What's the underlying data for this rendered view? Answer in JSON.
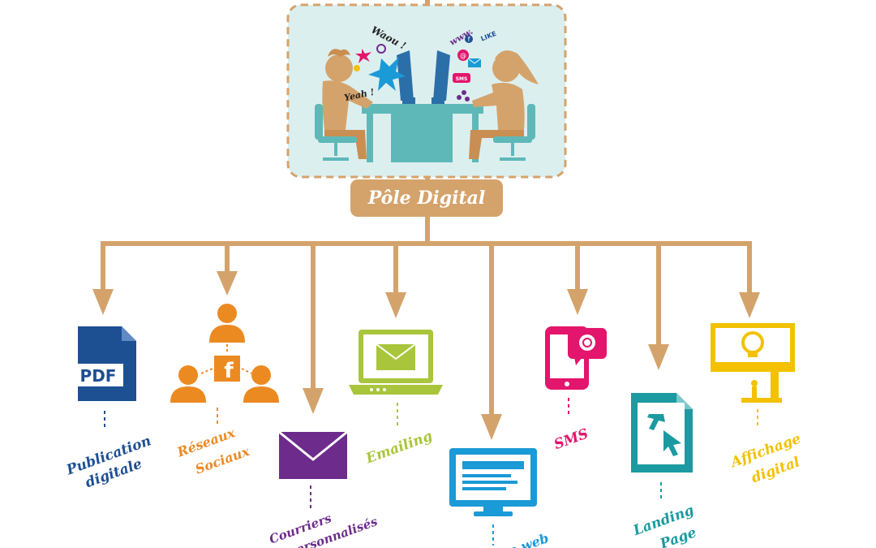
{
  "hub": {
    "label": "Pôle Digital",
    "exclamations": [
      "Waou !",
      "Yeah !"
    ],
    "bubbles": [
      "www.",
      "LIKE",
      "SMS"
    ]
  },
  "channels": [
    {
      "key": "publication",
      "label_lines": [
        "Publication",
        "digitale"
      ],
      "icon_text": "PDF"
    },
    {
      "key": "social",
      "label_lines": [
        "Réseaux",
        "Sociaux"
      ],
      "icon_text": "f"
    },
    {
      "key": "courriers",
      "label_lines": [
        "Courriers",
        "personnalisés"
      ]
    },
    {
      "key": "emailing",
      "label_lines": [
        "Emailing"
      ]
    },
    {
      "key": "web",
      "label_lines": [
        "Site web"
      ]
    },
    {
      "key": "sms",
      "label_lines": [
        "SMS"
      ]
    },
    {
      "key": "landing",
      "label_lines": [
        "Landing",
        "Page"
      ]
    },
    {
      "key": "affichage",
      "label_lines": [
        "Affichage",
        "digital"
      ]
    }
  ],
  "colors": {
    "connector": "#d4a36c",
    "frame_bg": "#dcefef",
    "navy": "#1d4f93",
    "orange": "#ec8a22",
    "purple": "#6d2c8c",
    "green": "#a9c53b",
    "blue": "#1a9ad6",
    "pink": "#e3156c",
    "teal": "#1c9aa1",
    "yellow": "#f3c100"
  }
}
